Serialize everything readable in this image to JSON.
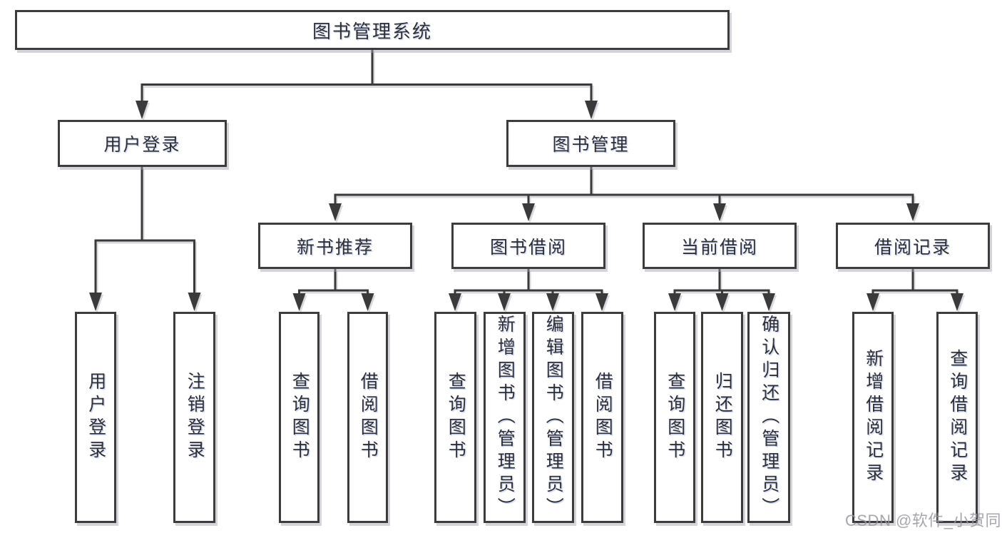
{
  "title": "图书管理系统",
  "level2": [
    {
      "label": "用户登录"
    },
    {
      "label": "图书管理"
    }
  ],
  "level3": [
    {
      "label": "新书推荐"
    },
    {
      "label": "图书借阅"
    },
    {
      "label": "当前借阅"
    },
    {
      "label": "借阅记录"
    }
  ],
  "leaves": {
    "user_login": [
      {
        "label": "用户登录"
      },
      {
        "label": "注销登录"
      }
    ],
    "new_books": [
      {
        "label": "查询图书"
      },
      {
        "label": "借阅图书"
      }
    ],
    "book_borrow": [
      {
        "label": "查询图书"
      },
      {
        "label": "新增图书（管理员）"
      },
      {
        "label": "编辑图书（管理员）"
      },
      {
        "label": "借阅图书"
      }
    ],
    "current_borrow": [
      {
        "label": "查询图书"
      },
      {
        "label": "归还图书"
      },
      {
        "label": "确认归还（管理员）"
      }
    ],
    "borrow_records": [
      {
        "label": "新增借阅记录"
      },
      {
        "label": "查询借阅记录"
      }
    ]
  },
  "watermark": "CSDN @软件_小贺同学",
  "colors": {
    "line": "#3a3a3a",
    "box_border": "#3c3c3c",
    "text": "#2e2e33",
    "watermark": "#9697a0"
  }
}
